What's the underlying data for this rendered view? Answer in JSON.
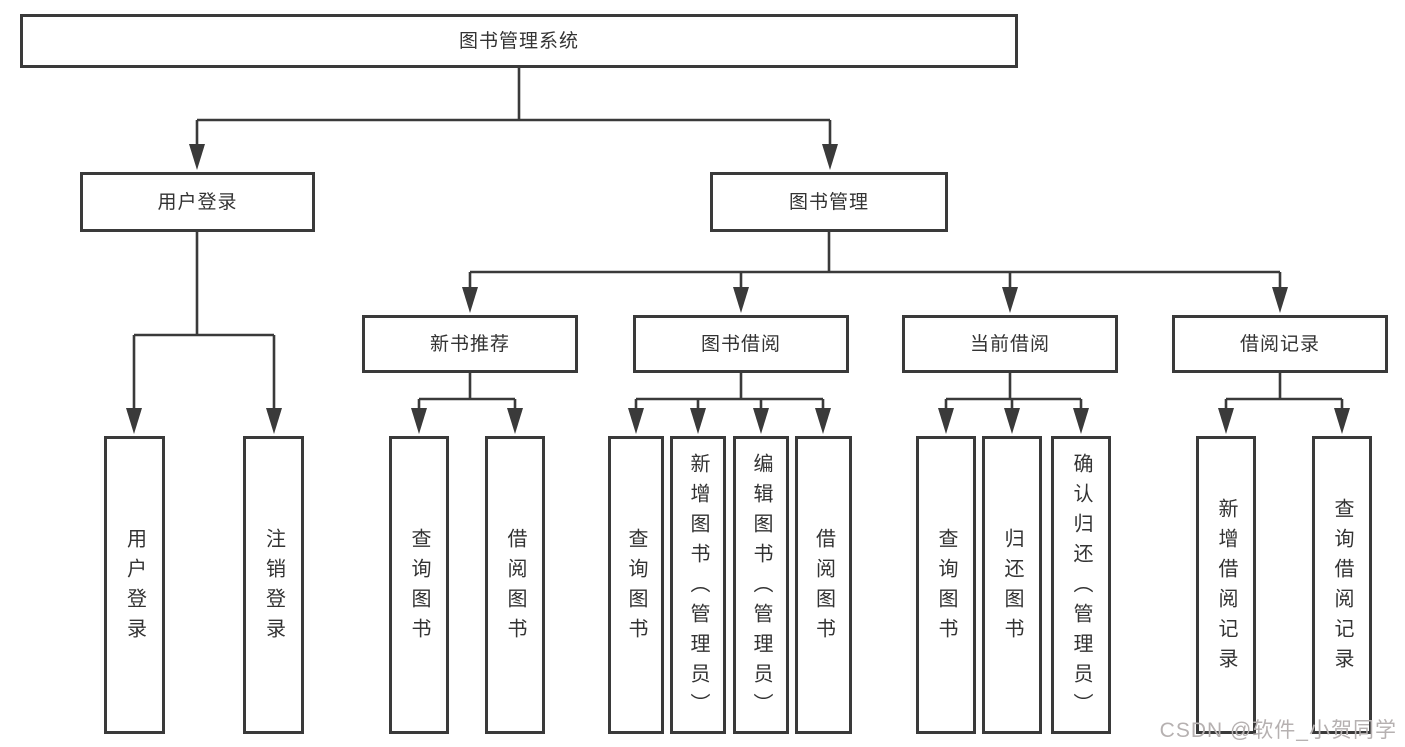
{
  "tree": {
    "root": "图书管理系统",
    "children": [
      {
        "label": "用户登录",
        "children": [
          "用户登录",
          "注销登录"
        ]
      },
      {
        "label": "图书管理",
        "children": [
          {
            "label": "新书推荐",
            "children": [
              "查询图书",
              "借阅图书"
            ]
          },
          {
            "label": "图书借阅",
            "children": [
              "查询图书",
              "新增图书（管理员）",
              "编辑图书（管理员）",
              "借阅图书"
            ]
          },
          {
            "label": "当前借阅",
            "children": [
              "查询图书",
              "归还图书",
              "确认归还（管理员）"
            ]
          },
          {
            "label": "借阅记录",
            "children": [
              "新增借阅记录",
              "查询借阅记录"
            ]
          }
        ]
      }
    ]
  },
  "colors": {
    "line": "#3a3a3a",
    "text": "#333333",
    "watermark": "#b6b1b1",
    "background": "#ffffff"
  },
  "watermark": "CSDN @软件_小贺同学"
}
